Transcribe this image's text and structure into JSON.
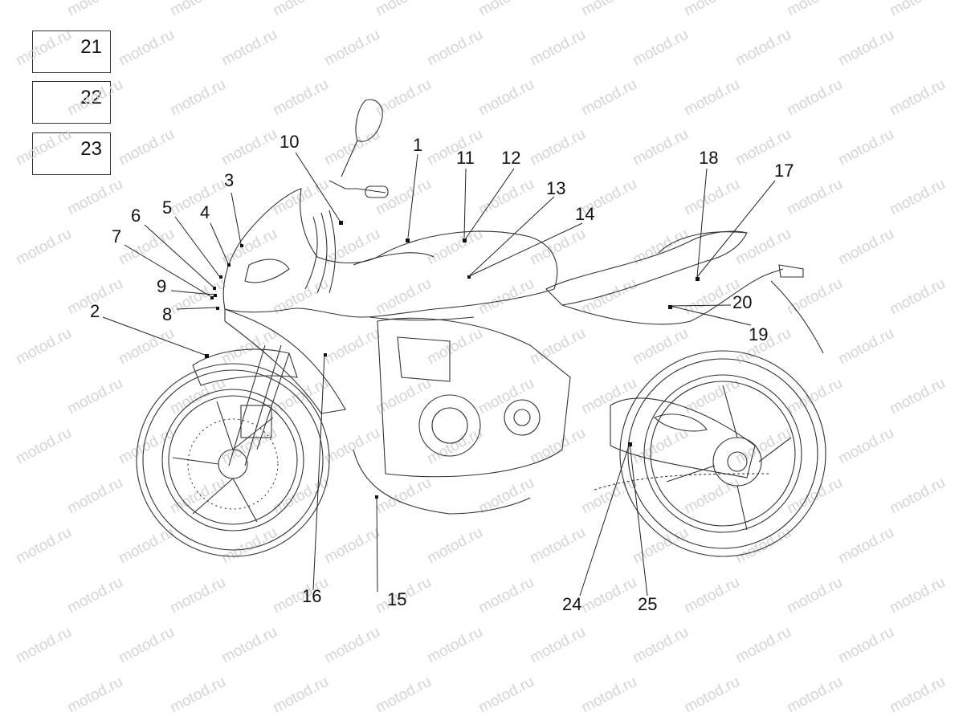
{
  "watermark": "motod.ru",
  "legend_boxes": [
    "21",
    "22",
    "23"
  ],
  "callouts": [
    "1",
    "2",
    "3",
    "4",
    "5",
    "6",
    "7",
    "8",
    "9",
    "10",
    "11",
    "12",
    "13",
    "14",
    "15",
    "16",
    "17",
    "18",
    "19",
    "20",
    "24",
    "25"
  ],
  "line_color": "#222222",
  "watermark_color": "#d4d4d4"
}
